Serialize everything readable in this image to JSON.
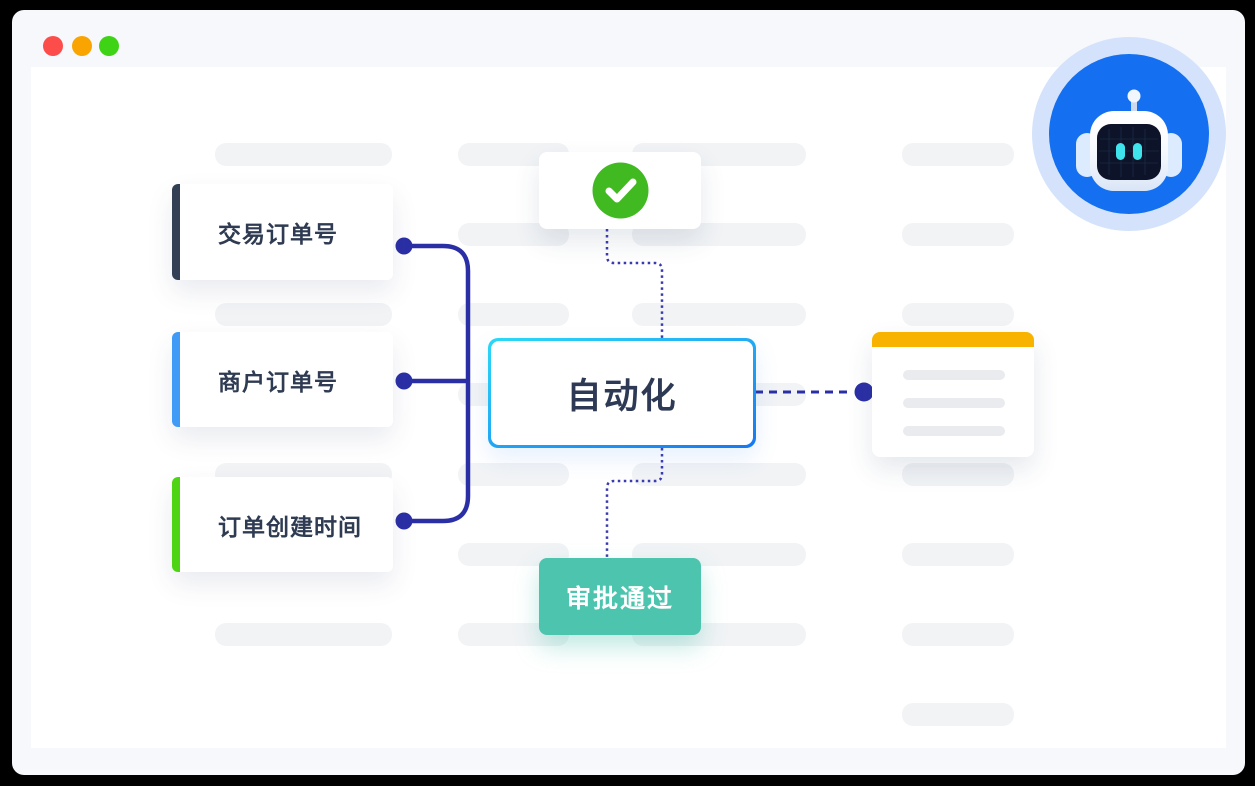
{
  "window": {
    "traffic_lights": [
      {
        "name": "close",
        "color": "#fc4d4a"
      },
      {
        "name": "minimize",
        "color": "#f9a400"
      },
      {
        "name": "zoom",
        "color": "#3ed314"
      }
    ]
  },
  "flow": {
    "inputs": [
      {
        "label": "交易订单号",
        "accent_color": "#333f54"
      },
      {
        "label": "商户订单号",
        "accent_color": "#3f9bf5"
      },
      {
        "label": "订单创建时间",
        "accent_color": "#4fd414"
      }
    ],
    "process": {
      "label": "自动化",
      "border_gradient_start": "#2bd9f6",
      "border_gradient_end": "#1778f2"
    },
    "status_card": {
      "icon": "check-circle",
      "color": "#41b920"
    },
    "action_button": {
      "label": "审批通过",
      "color": "#4cc4ae"
    },
    "document_card": {
      "header_color": "#f8b301",
      "line_color": "#e9ebee",
      "lines": 3
    },
    "connector_color": "#2b2fa5",
    "dotted_color": "#3b3bb0"
  },
  "avatar": {
    "name": "robot-assistant",
    "ring_color": "#d4e3fb",
    "circle_color": "#1470f0",
    "face_color": "#0d1328",
    "eye_color": "#3fe3ec"
  }
}
